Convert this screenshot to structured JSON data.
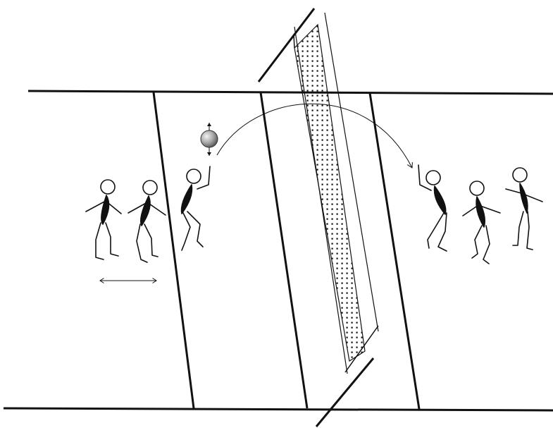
{
  "diagram": {
    "colors": {
      "ink": "#111111",
      "paper": "#ffffff",
      "net_dots": "#111111",
      "ball_light": "#f2f2f2",
      "ball_dark": "#555555"
    },
    "elements": {
      "court": "volleyball-court",
      "net": "volleyball-net",
      "ball": "volleyball",
      "trajectory": "ball-trajectory-arrow",
      "movement": "lateral-movement-arrow",
      "players": [
        "left-back-player-1",
        "left-back-player-2",
        "left-setter-player",
        "right-player-1",
        "right-player-2",
        "right-player-3"
      ]
    }
  }
}
